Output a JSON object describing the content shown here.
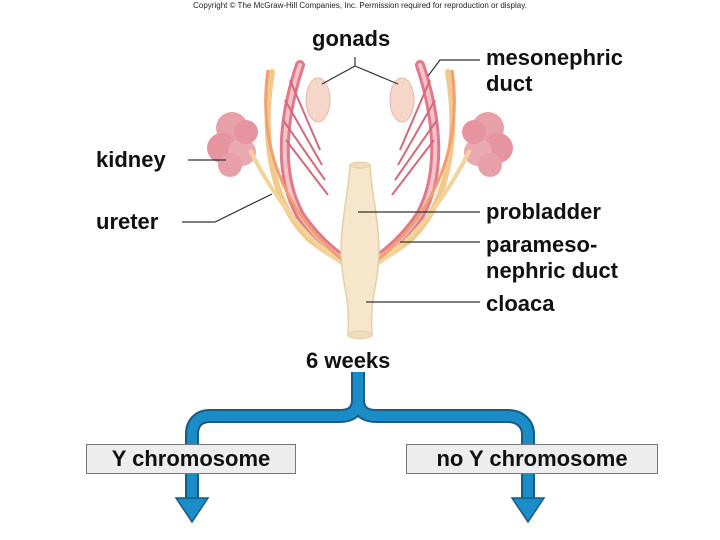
{
  "copyright": "Copyright © The McGraw-Hill Companies, Inc. Permission required for reproduction or display.",
  "labels": {
    "gonads": "gonads",
    "mesonephric_duct": "mesonephric\nduct",
    "kidney": "kidney",
    "ureter": "ureter",
    "probladder": "probladder",
    "paramesonephric_duct": "parameso-\nnephric duct",
    "cloaca": "cloaca",
    "time": "6 weeks"
  },
  "branches": {
    "left": "Y chromosome",
    "right": "no Y chromosome"
  },
  "colors": {
    "arrow": "#1a8cc8",
    "kidney": "#e8a0a8",
    "mesonephric": "#e07a8a",
    "cloaca": "#f6e6cc"
  }
}
